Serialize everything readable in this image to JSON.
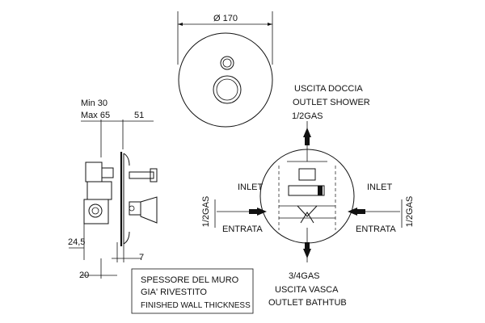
{
  "front_view": {
    "diameter_label": "Ø 170"
  },
  "side_view": {
    "min_label": "Min 30",
    "max_label": "Max 65",
    "depth_label": "51",
    "dim_24_5": "24,5",
    "dim_7": "7",
    "dim_20": "20"
  },
  "wall_note": {
    "line1": "SPESSORE DEL MURO",
    "line2": "GIA' RIVESTITO",
    "line3": "FINISHED WALL THICKNESS"
  },
  "schematic": {
    "top_title_it": "USCITA DOCCIA",
    "top_title_en": "OUTLET SHOWER",
    "top_size": "1/2GAS",
    "left_inlet": "INLET",
    "left_entrata": "ENTRATA",
    "left_size": "1/2GAS",
    "right_inlet": "INLET",
    "right_entrata": "ENTRATA",
    "right_size": "1/2GAS",
    "bottom_size": "3/4GAS",
    "bottom_title_it": "USCITA VASCA",
    "bottom_title_en": "OUTLET BATHTUB"
  }
}
